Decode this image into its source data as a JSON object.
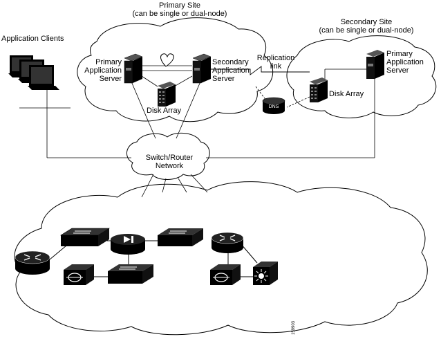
{
  "primary_site": {
    "title": "Primary Site",
    "subtitle": "(can be single or dual-node)",
    "primary_server_label": "Primary\nApplication\nServer",
    "secondary_server_label": "Secondary\nApplication\nServer",
    "disk_array_label": "Disk Array"
  },
  "secondary_site": {
    "title": "Secondary Site",
    "subtitle": "(can be single or dual-node)",
    "primary_server_label": "Primary\nApplication\nServer",
    "disk_array_label": "Disk Array"
  },
  "replication_link_label": "Replication\nlink",
  "dns_label": "DNS",
  "application_clients_label": "Application Clients",
  "switch_router_label": "Switch/Router\nNetwork",
  "figure_id": "159903"
}
